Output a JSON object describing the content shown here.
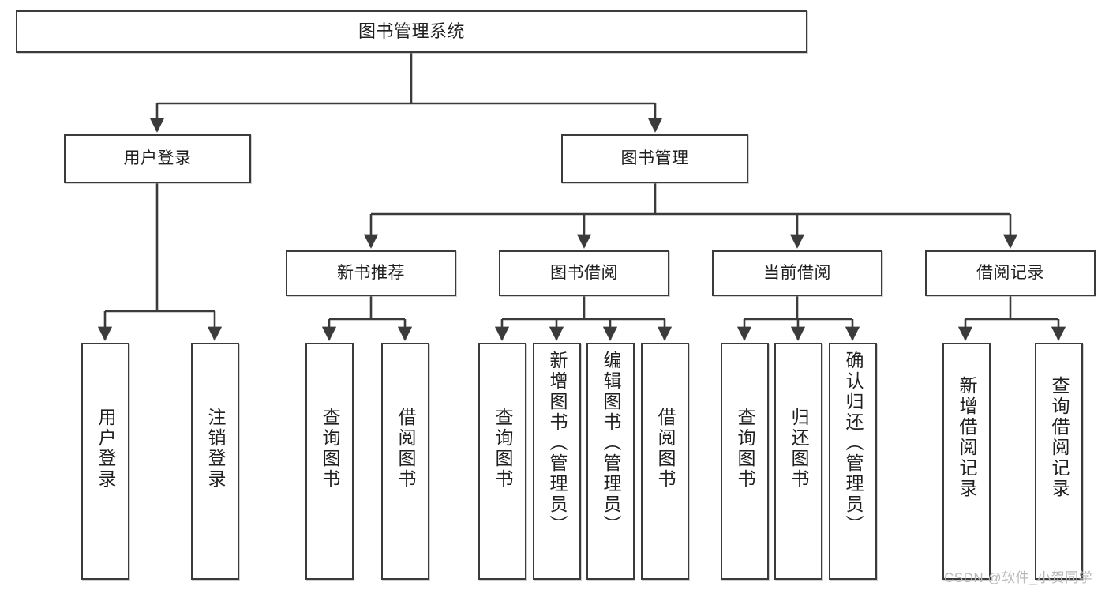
{
  "diagram": {
    "title": "图书管理系统",
    "type": "tree-hierarchy-diagram",
    "colors": {
      "stroke": "#3b3b3b",
      "fill": "#ffffff",
      "text": "#1f1f1f",
      "watermark": "#b9b9b9"
    },
    "root": {
      "label": "图书管理系统"
    },
    "level2": [
      {
        "label": "用户登录"
      },
      {
        "label": "图书管理"
      }
    ],
    "level3": [
      {
        "label": "新书推荐"
      },
      {
        "label": "图书借阅"
      },
      {
        "label": "当前借阅"
      },
      {
        "label": "借阅记录"
      }
    ],
    "leaves": {
      "user_login": [
        {
          "label": "用户登录"
        },
        {
          "label": "注销登录"
        }
      ],
      "new_book_recommend": [
        {
          "label": "查询图书"
        },
        {
          "label": "借阅图书"
        }
      ],
      "book_borrow": [
        {
          "label": "查询图书"
        },
        {
          "label": "新增图书（管理员）"
        },
        {
          "label": "编辑图书（管理员）"
        },
        {
          "label": "借阅图书"
        }
      ],
      "current_borrow": [
        {
          "label": "查询图书"
        },
        {
          "label": "归还图书"
        },
        {
          "label": "确认归还（管理员）"
        }
      ],
      "borrow_record": [
        {
          "label": "新增借阅记录"
        },
        {
          "label": "查询借阅记录"
        }
      ]
    }
  },
  "watermark": {
    "text": "CSDN @软件_小贺同学"
  }
}
